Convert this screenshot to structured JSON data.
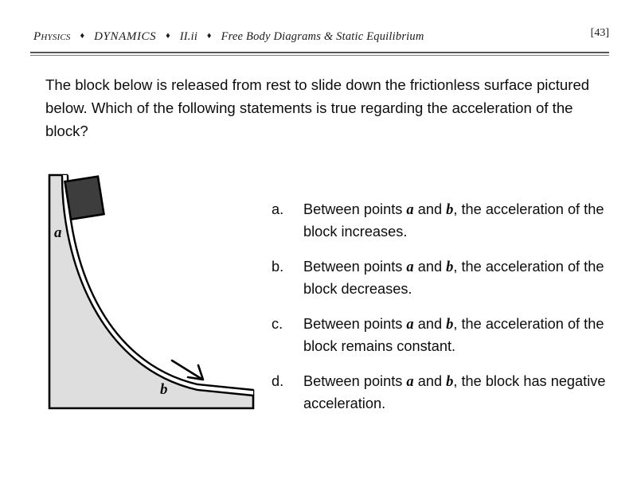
{
  "header": {
    "subject": "Physics",
    "separator": "♦",
    "unit": "DYNAMICS",
    "section": "II.ii",
    "topic": "Free Body Diagrams & Static Equilibrium",
    "page_number": "[43]"
  },
  "question": {
    "text": "The block below is released from rest to slide down the frictionless surface pictured below.  Which of the following statements is true regarding the acceleration of the block?"
  },
  "choices": [
    {
      "letter": "a.",
      "part1": "Between points ",
      "point_a": "a",
      "part2": " and ",
      "point_b": "b",
      "part3": ", the acceleration of the block increases."
    },
    {
      "letter": "b.",
      "part1": "Between points ",
      "point_a": "a",
      "part2": " and ",
      "point_b": "b",
      "part3": ", the acceleration of the block decreases."
    },
    {
      "letter": "c.",
      "part1": "Between points ",
      "point_a": "a",
      "part2": " and ",
      "point_b": "b",
      "part3": ", the acceleration of the block remains constant."
    },
    {
      "letter": "d.",
      "part1": "Between points ",
      "point_a": "a",
      "part2": " and ",
      "point_b": "b",
      "part3": ", the block has negative acceleration."
    }
  ],
  "diagram": {
    "label_a": "a",
    "label_b": "b",
    "ramp_fill": "#dedede",
    "ramp_stroke": "#000000",
    "block_fill": "#3d3d3d",
    "block_stroke": "#000000",
    "channel_fill": "#ffffff",
    "arrow_color": "#000000"
  }
}
